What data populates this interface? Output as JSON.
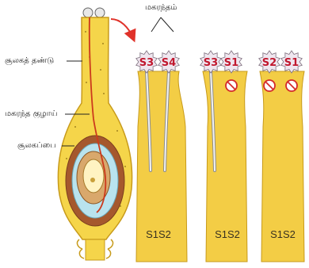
{
  "labels": {
    "stigma": "மகரந்தம்",
    "style_label": "சூலகத் தண்டு",
    "pollen_tube_label": "மகரந்த குழாய்",
    "ovary_label": "சூலகப்பை"
  },
  "styles": [
    {
      "genotype": "S1S2",
      "pollen": [
        {
          "allele": "S3",
          "rejected": false
        },
        {
          "allele": "S4",
          "rejected": false
        }
      ]
    },
    {
      "genotype": "S1S2",
      "pollen": [
        {
          "allele": "S3",
          "rejected": false
        },
        {
          "allele": "S1",
          "rejected": true
        }
      ]
    },
    {
      "genotype": "S1S2",
      "pollen": [
        {
          "allele": "S2",
          "rejected": true
        },
        {
          "allele": "S1",
          "rejected": true
        }
      ]
    }
  ],
  "colors": {
    "style_fill": "#f3cd45",
    "pistil_outline": "#c79a1a",
    "pollen_fill": "#efe6ef",
    "pollen_text": "#c0182f",
    "block_symbol": "#d42a2a",
    "arrow": "#e0322a"
  }
}
